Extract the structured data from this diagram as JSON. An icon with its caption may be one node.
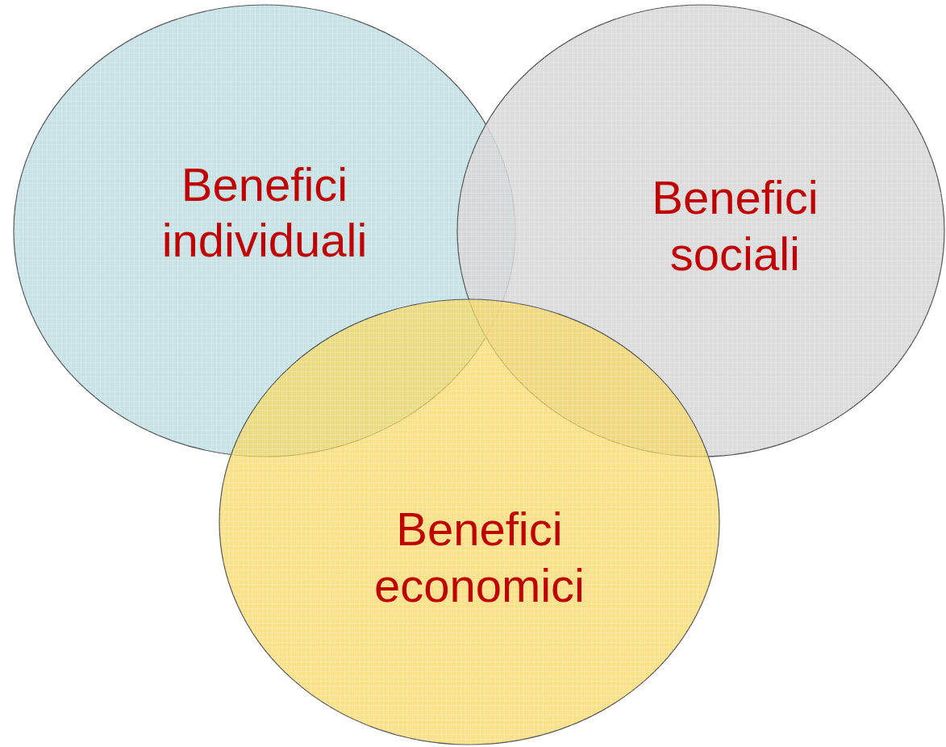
{
  "diagram": {
    "nodes": [
      {
        "text": [
          "Benefici individuali"
        ]
      },
      {
        "text": [
          "Benefici sociali"
        ]
      },
      {
        "text": [
          "Benefici economici"
        ]
      }
    ]
  }
}
